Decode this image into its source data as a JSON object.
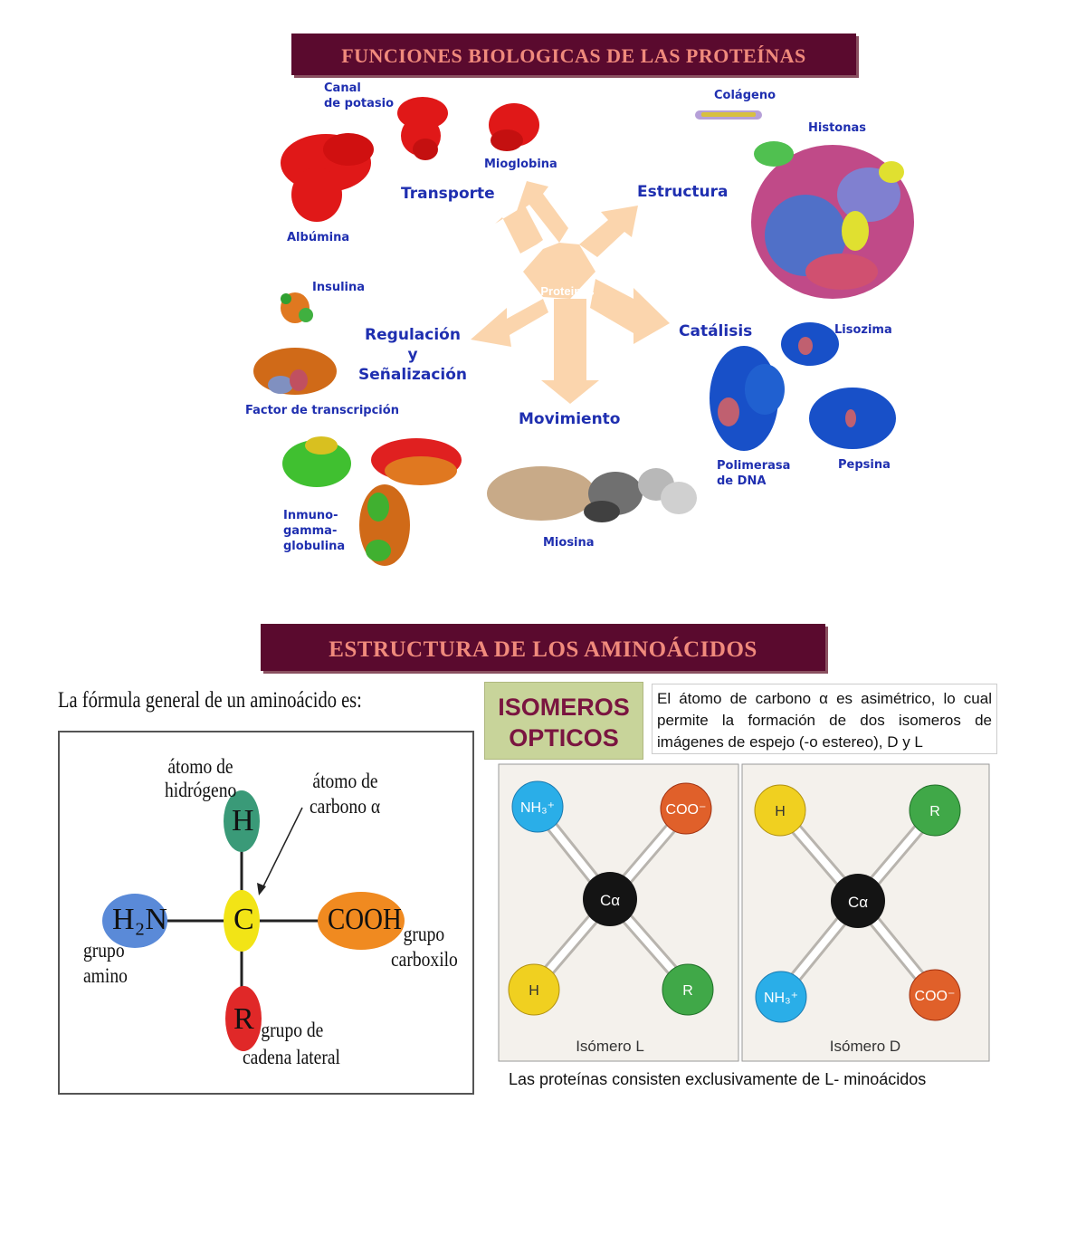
{
  "section1": {
    "title": "FUNCIONES BIOLOGICAS DE LAS PROTEÍNAS",
    "center_label": "Proteinas",
    "categories": {
      "transporte": "Transporte",
      "estructura": "Estructura",
      "regulacion_l1": "Regulación",
      "regulacion_l2": "y",
      "regulacion_l3": "Señalización",
      "catalisis": "Catálisis",
      "movimiento": "Movimiento"
    },
    "proteins": {
      "canal_l1": "Canal",
      "canal_l2": "de potasio",
      "mioglobina": "Mioglobina",
      "albumina": "Albúmina",
      "colageno": "Colágeno",
      "histonas": "Histonas",
      "insulina": "Insulina",
      "factor": "Factor de transcripción",
      "lisozima": "Lisozima",
      "polimerasa_l1": "Polimerasa",
      "polimerasa_l2": "de DNA",
      "pepsina": "Pepsina",
      "inmuno_l1": "Inmuno-",
      "inmuno_l2": "gamma-",
      "inmuno_l3": "globulina",
      "miosina": "Miosina"
    }
  },
  "section2": {
    "title": "ESTRUCTURA DE LOS AMINOÁCIDOS",
    "formula_intro": "La fórmula general de un aminoácido es:",
    "formula": {
      "h_label_l1": "átomo de",
      "h_label_l2": "hidrógeno",
      "c_label_l1": "átomo de",
      "c_label_l2": "carbono α",
      "h": "H",
      "c": "C",
      "h2n": "H₂N",
      "cooh": "COOH",
      "r": "R",
      "amino_l1": "grupo",
      "amino_l2": "amino",
      "carboxilo_l1": "grupo",
      "carboxilo_l2": "carboxilo",
      "lateral_l1": "grupo de",
      "lateral_l2": "cadena lateral"
    },
    "isomeros": {
      "heading_l1": "ISOMEROS",
      "heading_l2": "OPTICOS",
      "description": "El átomo de carbono α es asimétrico, lo cual permite la formación de dos isomeros de imágenes de espejo (-o estereo), D y L",
      "isomer_l": "Isómero L",
      "isomer_d": "Isómero D",
      "footnote": "Las proteínas consisten exclusivamente de  L- minoácidos",
      "nh3": "NH₃⁺",
      "coo": "COO⁻",
      "h": "H",
      "r": "R",
      "ca": "Cα"
    }
  },
  "colors": {
    "banner_bg": "#5a0a2e",
    "banner_text": "#f08a7c",
    "category_blue": "#1f2fb0",
    "arrow_peach": "#fbd5ad",
    "isomer_heading": "#7a1540",
    "isomer_heading_bg": "#c8d49a"
  }
}
